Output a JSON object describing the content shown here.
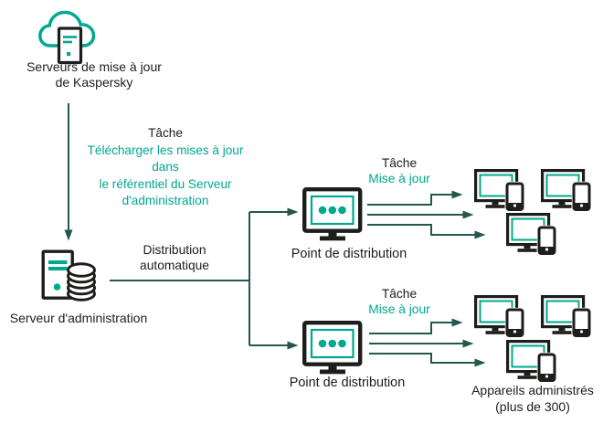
{
  "colors": {
    "accent": "#00A88E",
    "line": "#23584E",
    "ink": "#1D1D1B",
    "bg": "#FFFFFF"
  },
  "kaspersky_servers": {
    "line1": "Serveurs de mise à jour",
    "line2": "de Kaspersky"
  },
  "download_task": {
    "title": "Tâche",
    "line1": "Télécharger les mises à jour",
    "line2": "dans",
    "line3": "le référentiel du Serveur",
    "line4": "d'administration"
  },
  "admin_server": {
    "label": "Serveur d'administration"
  },
  "auto_distribution": {
    "line1": "Distribution",
    "line2": "automatique"
  },
  "distribution_point_top": {
    "task_title": "Tâche",
    "task_name": "Mise à jour",
    "label": "Point de distribution"
  },
  "distribution_point_bottom": {
    "task_title": "Tâche",
    "task_name": "Mise à jour",
    "label": "Point de distribution"
  },
  "managed_devices": {
    "line1": "Appareils administrés",
    "line2": "(plus de 300)"
  }
}
